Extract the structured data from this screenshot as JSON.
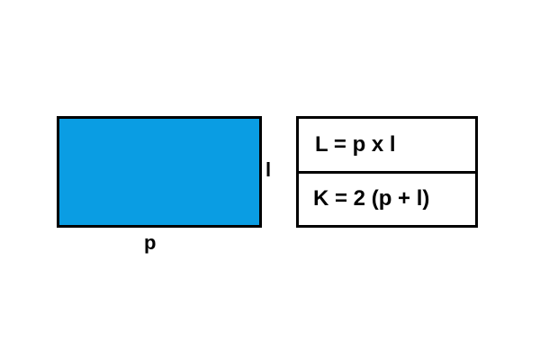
{
  "figure": {
    "fill_color": "#0a9de3",
    "border_color": "#000000",
    "label_length": "p",
    "label_width": "l"
  },
  "formulas": {
    "area": "L = p x l",
    "perimeter": "K = 2 (p + l)"
  }
}
